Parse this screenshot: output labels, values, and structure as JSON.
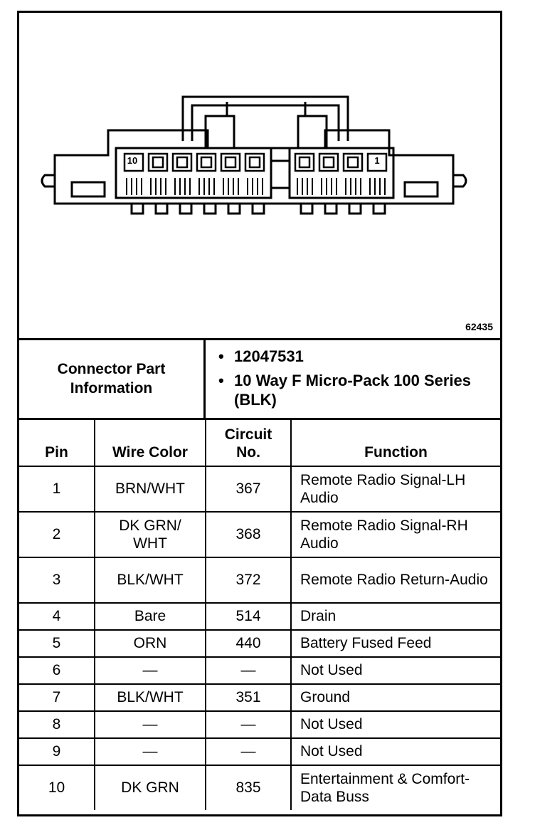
{
  "figure_number": "62435",
  "connector_info": {
    "label": "Connector Part Information",
    "items": [
      "12047531",
      "10 Way F Micro-Pack 100 Series (BLK)"
    ]
  },
  "connector_pin_labels": {
    "left": "10",
    "right": "1"
  },
  "table": {
    "headers": {
      "pin": "Pin",
      "wire_color": "Wire Color",
      "circuit": "Circuit No.",
      "function": "Function"
    },
    "rows": [
      {
        "pin": "1",
        "wire_color": "BRN/WHT",
        "circuit": "367",
        "function": "Remote Radio Signal-LH Audio"
      },
      {
        "pin": "2",
        "wire_color": "DK GRN/ WHT",
        "circuit": "368",
        "function": "Remote Radio Signal-RH Audio"
      },
      {
        "pin": "3",
        "wire_color": "BLK/WHT",
        "circuit": "372",
        "function": "Remote Radio Return-Audio"
      },
      {
        "pin": "4",
        "wire_color": "Bare",
        "circuit": "514",
        "function": "Drain"
      },
      {
        "pin": "5",
        "wire_color": "ORN",
        "circuit": "440",
        "function": "Battery Fused Feed"
      },
      {
        "pin": "6",
        "wire_color": "—",
        "circuit": "—",
        "function": "Not Used"
      },
      {
        "pin": "7",
        "wire_color": "BLK/WHT",
        "circuit": "351",
        "function": "Ground"
      },
      {
        "pin": "8",
        "wire_color": "—",
        "circuit": "—",
        "function": "Not Used"
      },
      {
        "pin": "9",
        "wire_color": "—",
        "circuit": "—",
        "function": "Not Used"
      },
      {
        "pin": "10",
        "wire_color": "DK GRN",
        "circuit": "835",
        "function": "Entertainment & Comfort-Data Buss"
      }
    ]
  }
}
